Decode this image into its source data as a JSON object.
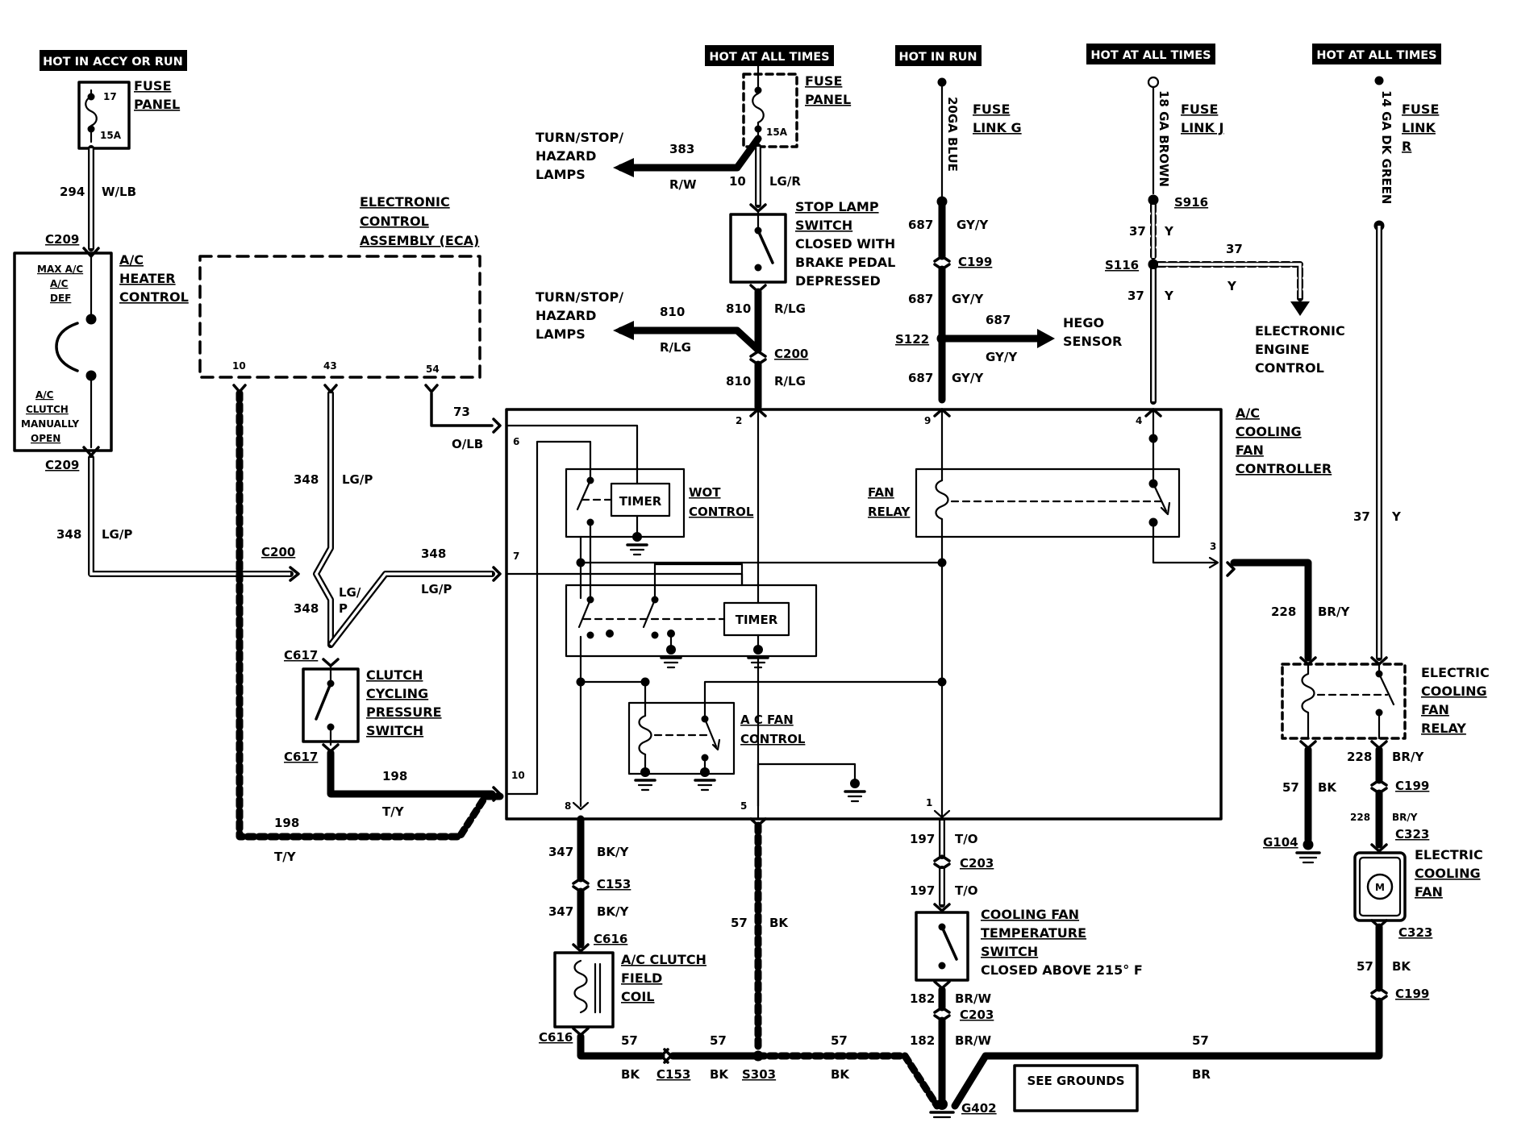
{
  "headers": {
    "accy_run": "HOT IN ACCY OR RUN",
    "hot_all_1": "HOT AT ALL TIMES",
    "hot_run": "HOT IN RUN",
    "hot_all_2": "HOT AT ALL TIMES",
    "hot_all_3": "HOT AT ALL TIMES"
  },
  "fuse_panel_left": {
    "l1": "FUSE",
    "l2": "PANEL",
    "num": "17",
    "amp": "15A"
  },
  "fuse_panel_mid": {
    "l1": "FUSE",
    "l2": "PANEL",
    "amp": "15A"
  },
  "fuse_links": {
    "g": {
      "l1": "FUSE",
      "l2": "LINK G",
      "wire": "20GA BLUE"
    },
    "j": {
      "l1": "FUSE",
      "l2": "LINK J",
      "wire": "18 GA BROWN"
    },
    "r": {
      "l1": "FUSE",
      "l2": "LINK",
      "l3": "R",
      "wire": "14 GA DK GREEN"
    }
  },
  "eca": {
    "l1": "ELECTRONIC",
    "l2": "CONTROL",
    "l3": "ASSEMBLY (ECA)",
    "p10": "10",
    "p43": "43",
    "p54": "54"
  },
  "heater_control": {
    "l1": "A/C",
    "l2": "HEATER",
    "l3": "CONTROL",
    "max1": "MAX A/C",
    "max2": "A/C",
    "max3": "DEF",
    "cl1": "A/C",
    "cl2": "CLUTCH",
    "cl3": "MANUALLY",
    "cl4": "OPEN"
  },
  "turn_lamps": {
    "l1": "TURN/STOP/",
    "l2": "HAZARD",
    "l3": "LAMPS"
  },
  "stop_switch": {
    "l1": "STOP LAMP",
    "l2": "SWITCH",
    "l3": "CLOSED WITH",
    "l4": "BRAKE PEDAL",
    "l5": "DEPRESSED"
  },
  "hego": {
    "l1": "HEGO",
    "l2": "SENSOR"
  },
  "eec": {
    "l1": "ELECTRONIC",
    "l2": "ENGINE",
    "l3": "CONTROL"
  },
  "controller": {
    "l1": "A/C",
    "l2": "COOLING",
    "l3": "FAN",
    "l4": "CONTROLLER",
    "timer1": "TIMER",
    "timer2": "TIMER",
    "wot1": "WOT",
    "wot2": "CONTROL",
    "fan1": "FAN",
    "fan2": "RELAY",
    "acf1": "A C FAN",
    "acf2": "CONTROL"
  },
  "clutch_switch": {
    "l1": "CLUTCH",
    "l2": "CYCLING",
    "l3": "PRESSURE",
    "l4": "SWITCH"
  },
  "field_coil": {
    "l1": "A/C CLUTCH",
    "l2": "FIELD",
    "l3": "COIL"
  },
  "temp_switch": {
    "l1": "COOLING FAN",
    "l2": "TEMPERATURE",
    "l3": "SWITCH",
    "l4": "CLOSED ABOVE 215° F"
  },
  "fan_relay": {
    "l1": "ELECTRIC",
    "l2": "COOLING",
    "l3": "FAN",
    "l4": "RELAY"
  },
  "cooling_fan": {
    "l1": "ELECTRIC",
    "l2": "COOLING",
    "l3": "FAN",
    "m": "M"
  },
  "see_grounds": "SEE GROUNDS",
  "pins": {
    "p2": "2",
    "p3": "3",
    "p4": "4",
    "p5": "5",
    "p6": "6",
    "p7": "7",
    "p8": "8",
    "p9": "9",
    "p10": "10",
    "p1": "1"
  },
  "wires": {
    "w294": "294",
    "wlb": "W/LB",
    "w348a": "348",
    "lgpa": "LG/P",
    "w348b": "348",
    "lgpb": "LG/P",
    "w348c": "348",
    "lgpc": "LG/P",
    "w348d": "348",
    "lgp1": "LG/",
    "lgp2": "P",
    "w73": "73",
    "olb": "O/LB",
    "w198a": "198",
    "tya": "T/Y",
    "w198b": "198",
    "tyb": "T/Y",
    "w383": "383",
    "rw": "R/W",
    "w10": "10",
    "lgr": "LG/R",
    "w810a": "810",
    "rlga": "R/LG",
    "w810b": "810",
    "rlgb": "R/LG",
    "w810c": "810",
    "rlgc": "R/LG",
    "w687a": "687",
    "gyya": "GY/Y",
    "w687b": "687",
    "gyyb": "GY/Y",
    "w687c": "687",
    "gyyc": "GY/Y",
    "w687d": "687",
    "gyyd": "GY/Y",
    "w37a": "37",
    "ya": "Y",
    "w37b": "37",
    "yb": "Y",
    "w37c": "37",
    "yc": "Y",
    "w37d": "37",
    "yd": "Y",
    "w228a": "228",
    "bry_a": "BR/Y",
    "w228b": "228",
    "bry_b": "BR/Y",
    "w228c": "228",
    "bry_c": "BR/Y",
    "w57a": "57",
    "bka": "BK",
    "w57b": "57",
    "bkb": "BK",
    "w57c": "57",
    "bkc": "BK",
    "w57d": "57",
    "bkd": "BK",
    "w57e": "57",
    "bke": "BK",
    "w57f": "57",
    "bkf": "BK",
    "w57g": "57",
    "br": "BR",
    "w347a": "347",
    "bkya": "BK/Y",
    "w347b": "347",
    "bkyb": "BK/Y",
    "w197a": "197",
    "toa": "T/O",
    "w197b": "197",
    "tob": "T/O",
    "w182a": "182",
    "brwa": "BR/W",
    "w182b": "182",
    "brwb": "BR/W"
  },
  "connectors": {
    "c209a": "C209",
    "c209b": "C209",
    "c200a": "C200",
    "c200b": "C200",
    "c617a": "C617",
    "c617b": "C617",
    "c199a": "C199",
    "c199b": "C199",
    "c199c": "C199",
    "s122": "S122",
    "s916": "S916",
    "s116": "S116",
    "c153a": "C153",
    "c153b": "C153",
    "c616a": "C616",
    "c616b": "C616",
    "c203a": "C203",
    "c203b": "C203",
    "c323a": "C323",
    "c323b": "C323",
    "s303": "S303",
    "g402": "G402",
    "g104": "G104"
  }
}
